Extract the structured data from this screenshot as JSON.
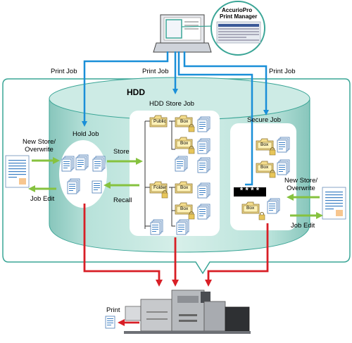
{
  "labels": {
    "accuriopro": "AccurioPro",
    "print_manager": "Print Manager",
    "print_job_left": "Print Job",
    "print_job_center": "Print Job",
    "print_job_right": "Print Job",
    "hdd": "HDD",
    "hdd_store_job": "HDD Store Job",
    "hold_job": "Hold Job",
    "secure_job": "Secure Job",
    "new_store_overwrite_left": "New Store/\nOverwrite",
    "new_store_overwrite_right": "New Store/\nOverwrite",
    "store": "Store",
    "recall": "Recall",
    "job_edit_left": "Job Edit",
    "job_edit_right": "Job Edit",
    "print": "Print",
    "password": "****",
    "folder_public": "Public",
    "folder_folder": "Folder",
    "box": "Box"
  },
  "colors": {
    "blue_arrow": "#1a8fd8",
    "red_arrow": "#d81f26",
    "green_arrow": "#86c23f",
    "teal_bg": "#aedbd3",
    "teal_border": "#3aa596",
    "folder_yellow": "#f3dc8c"
  }
}
